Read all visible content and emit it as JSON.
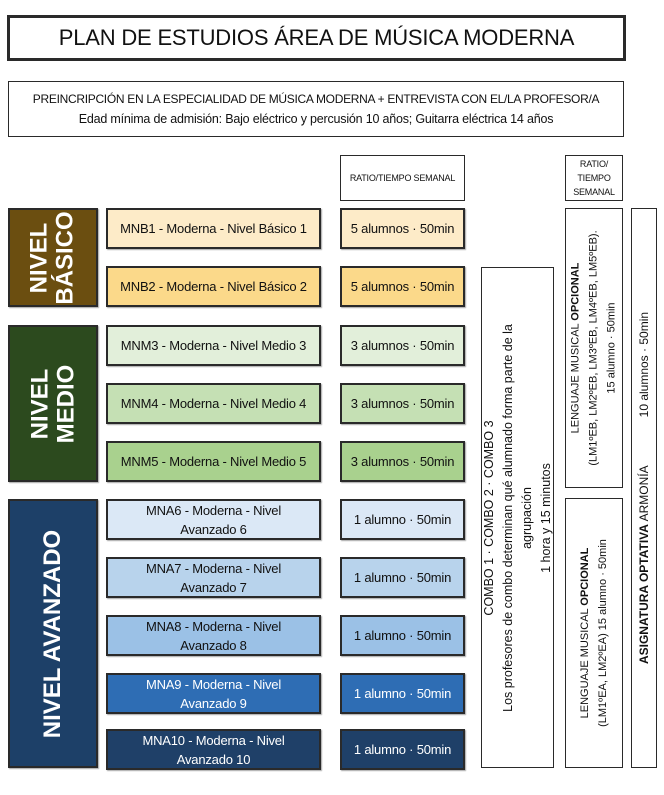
{
  "title": "PLAN DE ESTUDIOS ÁREA DE MÚSICA MODERNA",
  "subtitle": {
    "line1": "PREINCRIPCIÓN EN LA ESPECIALIDAD DE MÚSICA MODERNA + ENTREVISTA CON EL/LA PROFESOR/A",
    "line2": "Edad mínima de admisión: Bajo eléctrico y percusión 10 años; Guitarra eléctrica 14 años"
  },
  "headers": {
    "ratio": "RATIO/TIEMPO SEMANAL",
    "ratio_right": [
      "RATIO/",
      "TIEMPO",
      "SEMANAL"
    ]
  },
  "levels": [
    {
      "line1": "NIVEL",
      "line2": "BÁSICO",
      "color": "#6b4e10"
    },
    {
      "line1": "NIVEL",
      "line2": "MEDIO",
      "color": "#2c4a1e"
    },
    {
      "line1": "NIVEL AVANZADO",
      "color": "#1d4068"
    }
  ],
  "courses": [
    {
      "name": "MNB1 - Moderna - Nivel Básico 1",
      "ratio": "5 alumnos · 50min",
      "color": "#fdebc8",
      "text_color": "#111111"
    },
    {
      "name": "MNB2 - Moderna - Nivel Básico 2",
      "ratio": "5 alumnos · 50min",
      "color": "#fbd98a",
      "text_color": "#111111"
    },
    {
      "name": "MNM3 - Moderna - Nivel Medio 3",
      "ratio": "3 alumnos · 50min",
      "color": "#e2efda",
      "text_color": "#111111"
    },
    {
      "name": "MNM4 - Moderna - Nivel Medio 4",
      "ratio": "3 alumnos · 50min",
      "color": "#c5e0b4",
      "text_color": "#111111"
    },
    {
      "name": "MNM5 - Moderna - Nivel Medio 5",
      "ratio": "3 alumnos · 50min",
      "color": "#a9d18e",
      "text_color": "#111111"
    },
    {
      "name": "MNA6 - Moderna - Nivel Avanzado 6",
      "line1": "MNA6 - Moderna - Nivel",
      "line2": "Avanzado 6",
      "ratio": "1 alumno · 50min",
      "color": "#dbe8f6",
      "text_color": "#111111"
    },
    {
      "name": "MNA7 - Moderna - Nivel Avanzado 7",
      "line1": "MNA7 - Moderna - Nivel",
      "line2": "Avanzado 7",
      "ratio": "1 alumno · 50min",
      "color": "#b8d3ec",
      "text_color": "#111111"
    },
    {
      "name": "MNA8 - Moderna - Nivel Avanzado 8",
      "line1": "MNA8 - Moderna - Nivel",
      "line2": "Avanzado 8",
      "ratio": "1 alumno · 50min",
      "color": "#9bc1e6",
      "text_color": "#111111"
    },
    {
      "name": "MNA9 - Moderna - Nivel Avanzado 9",
      "line1": "MNA9 - Moderna - Nivel",
      "line2": "Avanzado 9",
      "ratio": "1 alumno · 50min",
      "color": "#2e6db4",
      "text_color": "#ffffff"
    },
    {
      "name": "MNA10 - Moderna - Nivel Avanzado 10",
      "line1": "MNA10 - Moderna - Nivel",
      "line2": "Avanzado 10",
      "ratio": "1 alumno · 50min",
      "color": "#1f4068",
      "text_color": "#ffffff"
    }
  ],
  "combo": {
    "line1": "COMBO 1 · COMBO 2 · COMBO 3",
    "line2": "Los profesores de combo determinan qué alumnado forma parte de la",
    "line3": "agrupación",
    "line4": "1 hora y 15 minutos"
  },
  "lenguaje_basico": {
    "prefix": "LENGUAJE MUSICAL ",
    "bold": "OPCIONAL",
    "line2": "(LM1ºEB, LM2ºEB, LM3ºEB, LM4ºEB, LM5ºEB).",
    "line3": "15 alumno · 50min"
  },
  "lenguaje_avanzado": {
    "prefix": "LENGUAJE MUSICAL ",
    "bold": "OPCIONAL",
    "line2": "(LM1ºEA, LM2ºEA)  15 alumno · 50min"
  },
  "armonia": {
    "bold": "ASIGNATURA OPTATIVA",
    "text": " ARMONÍA",
    "ratio": "10 alumnos · 50min"
  }
}
